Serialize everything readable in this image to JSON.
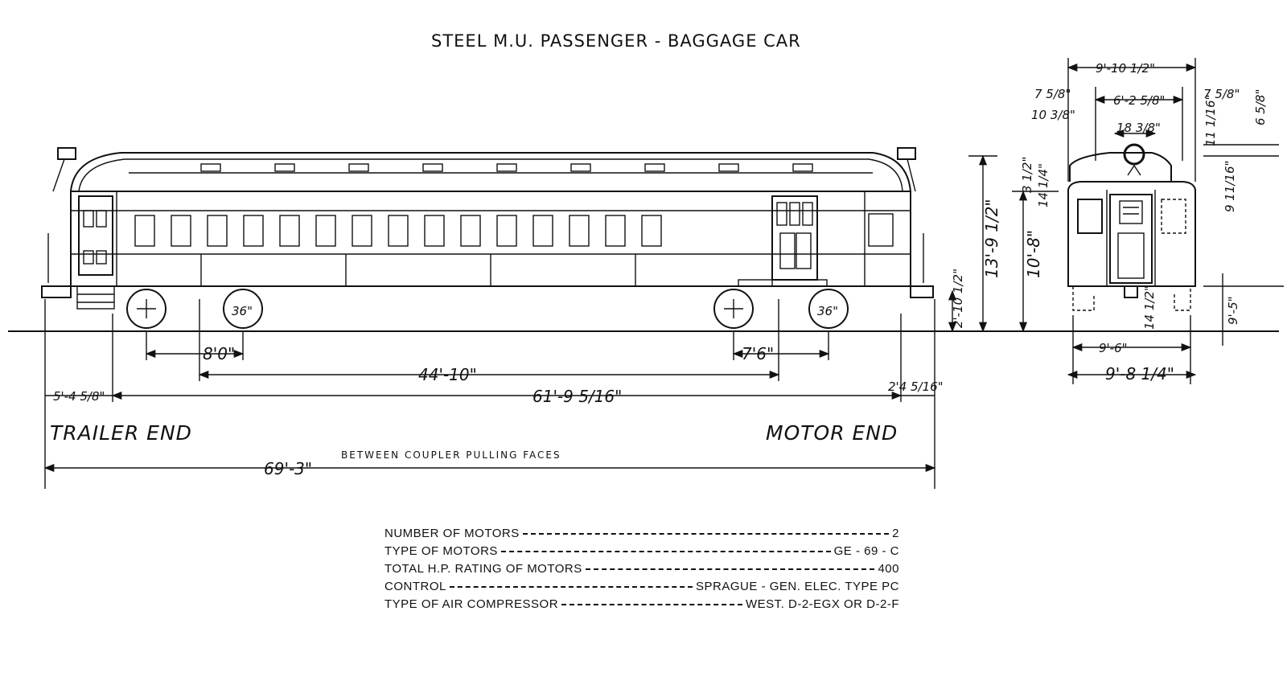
{
  "title": "STEEL M.U. PASSENGER - BAGGAGE CAR",
  "side_view": {
    "dimensions": {
      "wheel_dia_front": "36\"",
      "wheel_dia_rear": "36\"",
      "truck_wheelbase_trailer": "8'0\"",
      "truck_wheelbase_motor": "7'6\"",
      "truck_centers": "44'-10\"",
      "body_length": "61'-9 5/16\"",
      "trailer_overhang": "5'-4 5/8\"",
      "motor_overhang": "2'4 5/16\"",
      "coupler_height": "2'-10 1/2\"",
      "overall_length": "69'-3\"",
      "overall_note": "BETWEEN COUPLER PULLING FACES",
      "rail_to_top": "13'-9 1/2\"",
      "rail_to_roof": "10'-8\""
    },
    "labels": {
      "trailer_end": "TRAILER END",
      "motor_end": "MOTOR END"
    }
  },
  "end_view": {
    "dimensions": {
      "top_width": "9'-10 1/2\"",
      "center_width": "6'-2 5/8\"",
      "left_step": "7 5/8\"",
      "right_step": "7 5/8\"",
      "left_offset": "10 3/8\"",
      "headlight_dia": "18 3/8\"",
      "right_height_a": "11 1/16\"",
      "right_height_b": "6 5/8\"",
      "left_gap_a": "3 1/2\"",
      "left_gap_b": "14 1/4\"",
      "right_gap": "9 11/16\"",
      "platform_height": "9'-5\"",
      "bottom_gap": "14 1/2\"",
      "truck_width": "9'-6\"",
      "base_width": "9'-8 1/4\""
    }
  },
  "specs": [
    {
      "label": "NUMBER OF MOTORS",
      "value": "2"
    },
    {
      "label": "TYPE OF MOTORS",
      "value": "GE - 69 - C"
    },
    {
      "label": "TOTAL H.P. RATING OF MOTORS",
      "value": "400"
    },
    {
      "label": "CONTROL",
      "value": "SPRAGUE - GEN. ELEC. TYPE PC"
    },
    {
      "label": "TYPE OF AIR COMPRESSOR",
      "value": "WEST. D-2-EGX OR D-2-F"
    }
  ]
}
